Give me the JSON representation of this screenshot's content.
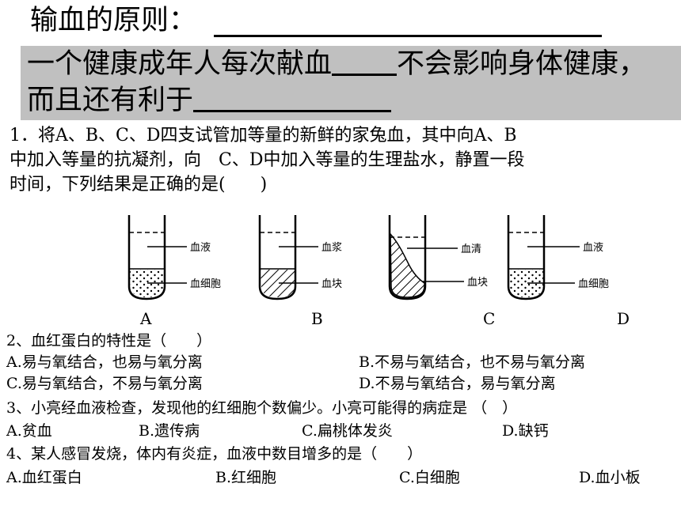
{
  "heading": {
    "title": "输血的原则：",
    "line1": "一个健康成年人每次献血",
    "line1_end": "不会影响身体健康，",
    "line2": "而且还有利于"
  },
  "q1": {
    "line1": "1．将A、B、C、D四支试管加等量的新鲜的家兔血，其中向A、B",
    "line2": "中加入等量的抗凝剂，向　C、D中加入等量的生理盐水，静置一段",
    "line3": "时间，下列结果是正确的是(　　)",
    "tubes": [
      {
        "letter": "A",
        "top_label": "血液",
        "bottom_label": "血细胞"
      },
      {
        "letter": "B",
        "top_label": "血浆",
        "bottom_label": "血块"
      },
      {
        "letter": "C",
        "top_label": "血清",
        "bottom_label": "血块"
      },
      {
        "letter": "D",
        "top_label": "血液",
        "bottom_label": "血细胞"
      }
    ]
  },
  "q2": {
    "stem": "2、血红蛋白的特性是（　　）",
    "opt_a": "A.易与氧结合，也易与氧分离",
    "opt_b": "B.不易与氧结合，也不易与氧分离",
    "opt_c": "C.易与氧结合，不易与氧分离",
    "opt_d": "D.不易与氧结合，易与氧分离"
  },
  "q3": {
    "stem": "3、小亮经血液检查，发现他的红细胞个数偏少。小亮可能得的病症是 （　）",
    "opt_a": "A.贫血",
    "opt_b": "B.遗传病",
    "opt_c": "C.扁桃体发炎",
    "opt_d": "D.缺钙"
  },
  "q4": {
    "stem": "4、某人感冒发烧，体内有炎症，血液中数目增多的是（　　）",
    "opt_a": "A.血红蛋白",
    "opt_b": "B.红细胞",
    "opt_c": "C.白细胞",
    "opt_d": "D.血小板"
  }
}
